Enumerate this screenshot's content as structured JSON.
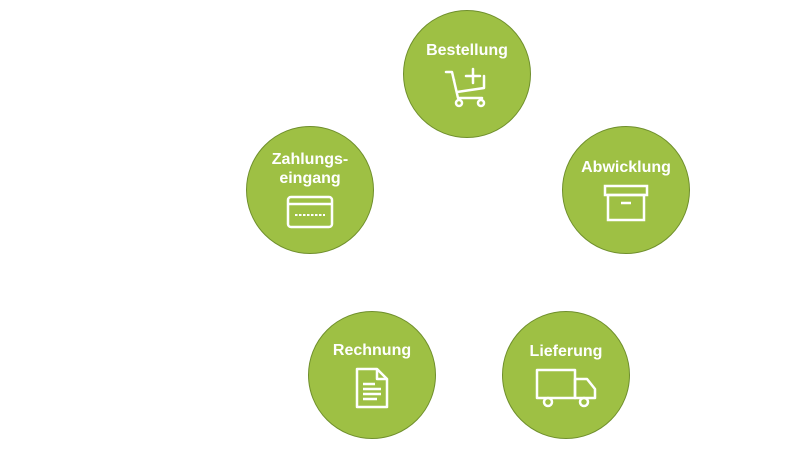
{
  "diagram": {
    "fill_color": "#9ec044",
    "border_color": "#6f8f2c",
    "nodes": [
      {
        "label": "Bestellung",
        "icon": "shopping-cart-plus-icon"
      },
      {
        "label": "Abwicklung",
        "icon": "box-icon"
      },
      {
        "label": "Lieferung",
        "icon": "delivery-truck-icon"
      },
      {
        "label": "Rechnung",
        "icon": "invoice-document-icon"
      },
      {
        "label": "Zahlungs-\neingang",
        "label_line1": "Zahlungs-",
        "label_line2": "eingang",
        "icon": "credit-card-icon"
      }
    ]
  }
}
